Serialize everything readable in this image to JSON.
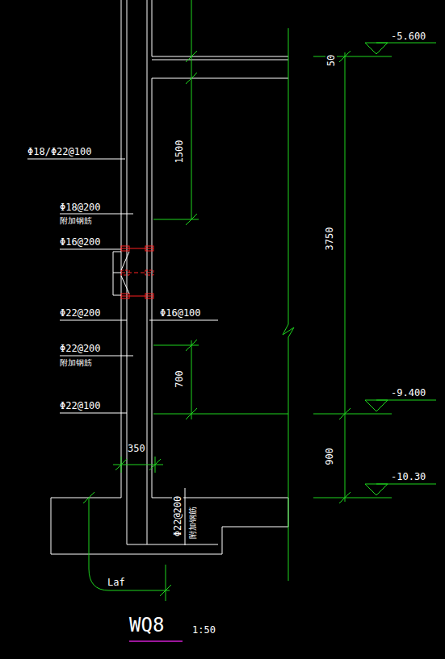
{
  "diagram": {
    "title": "WQ8",
    "labels": [
      "-5.600",
      "50",
      "1500",
      "3750",
      "Φ18/Φ22@100",
      "Φ18@200",
      "附加钢筋",
      "Φ16@200",
      "Φ22@200",
      "Φ16@100",
      "Φ22@200",
      "附加钢筋",
      "700",
      "Φ22@100",
      "-9.400",
      "900",
      "350",
      "-10.30",
      "Φ22@200",
      "附加钢筋",
      "Laf",
      "1:50"
    ]
  }
}
